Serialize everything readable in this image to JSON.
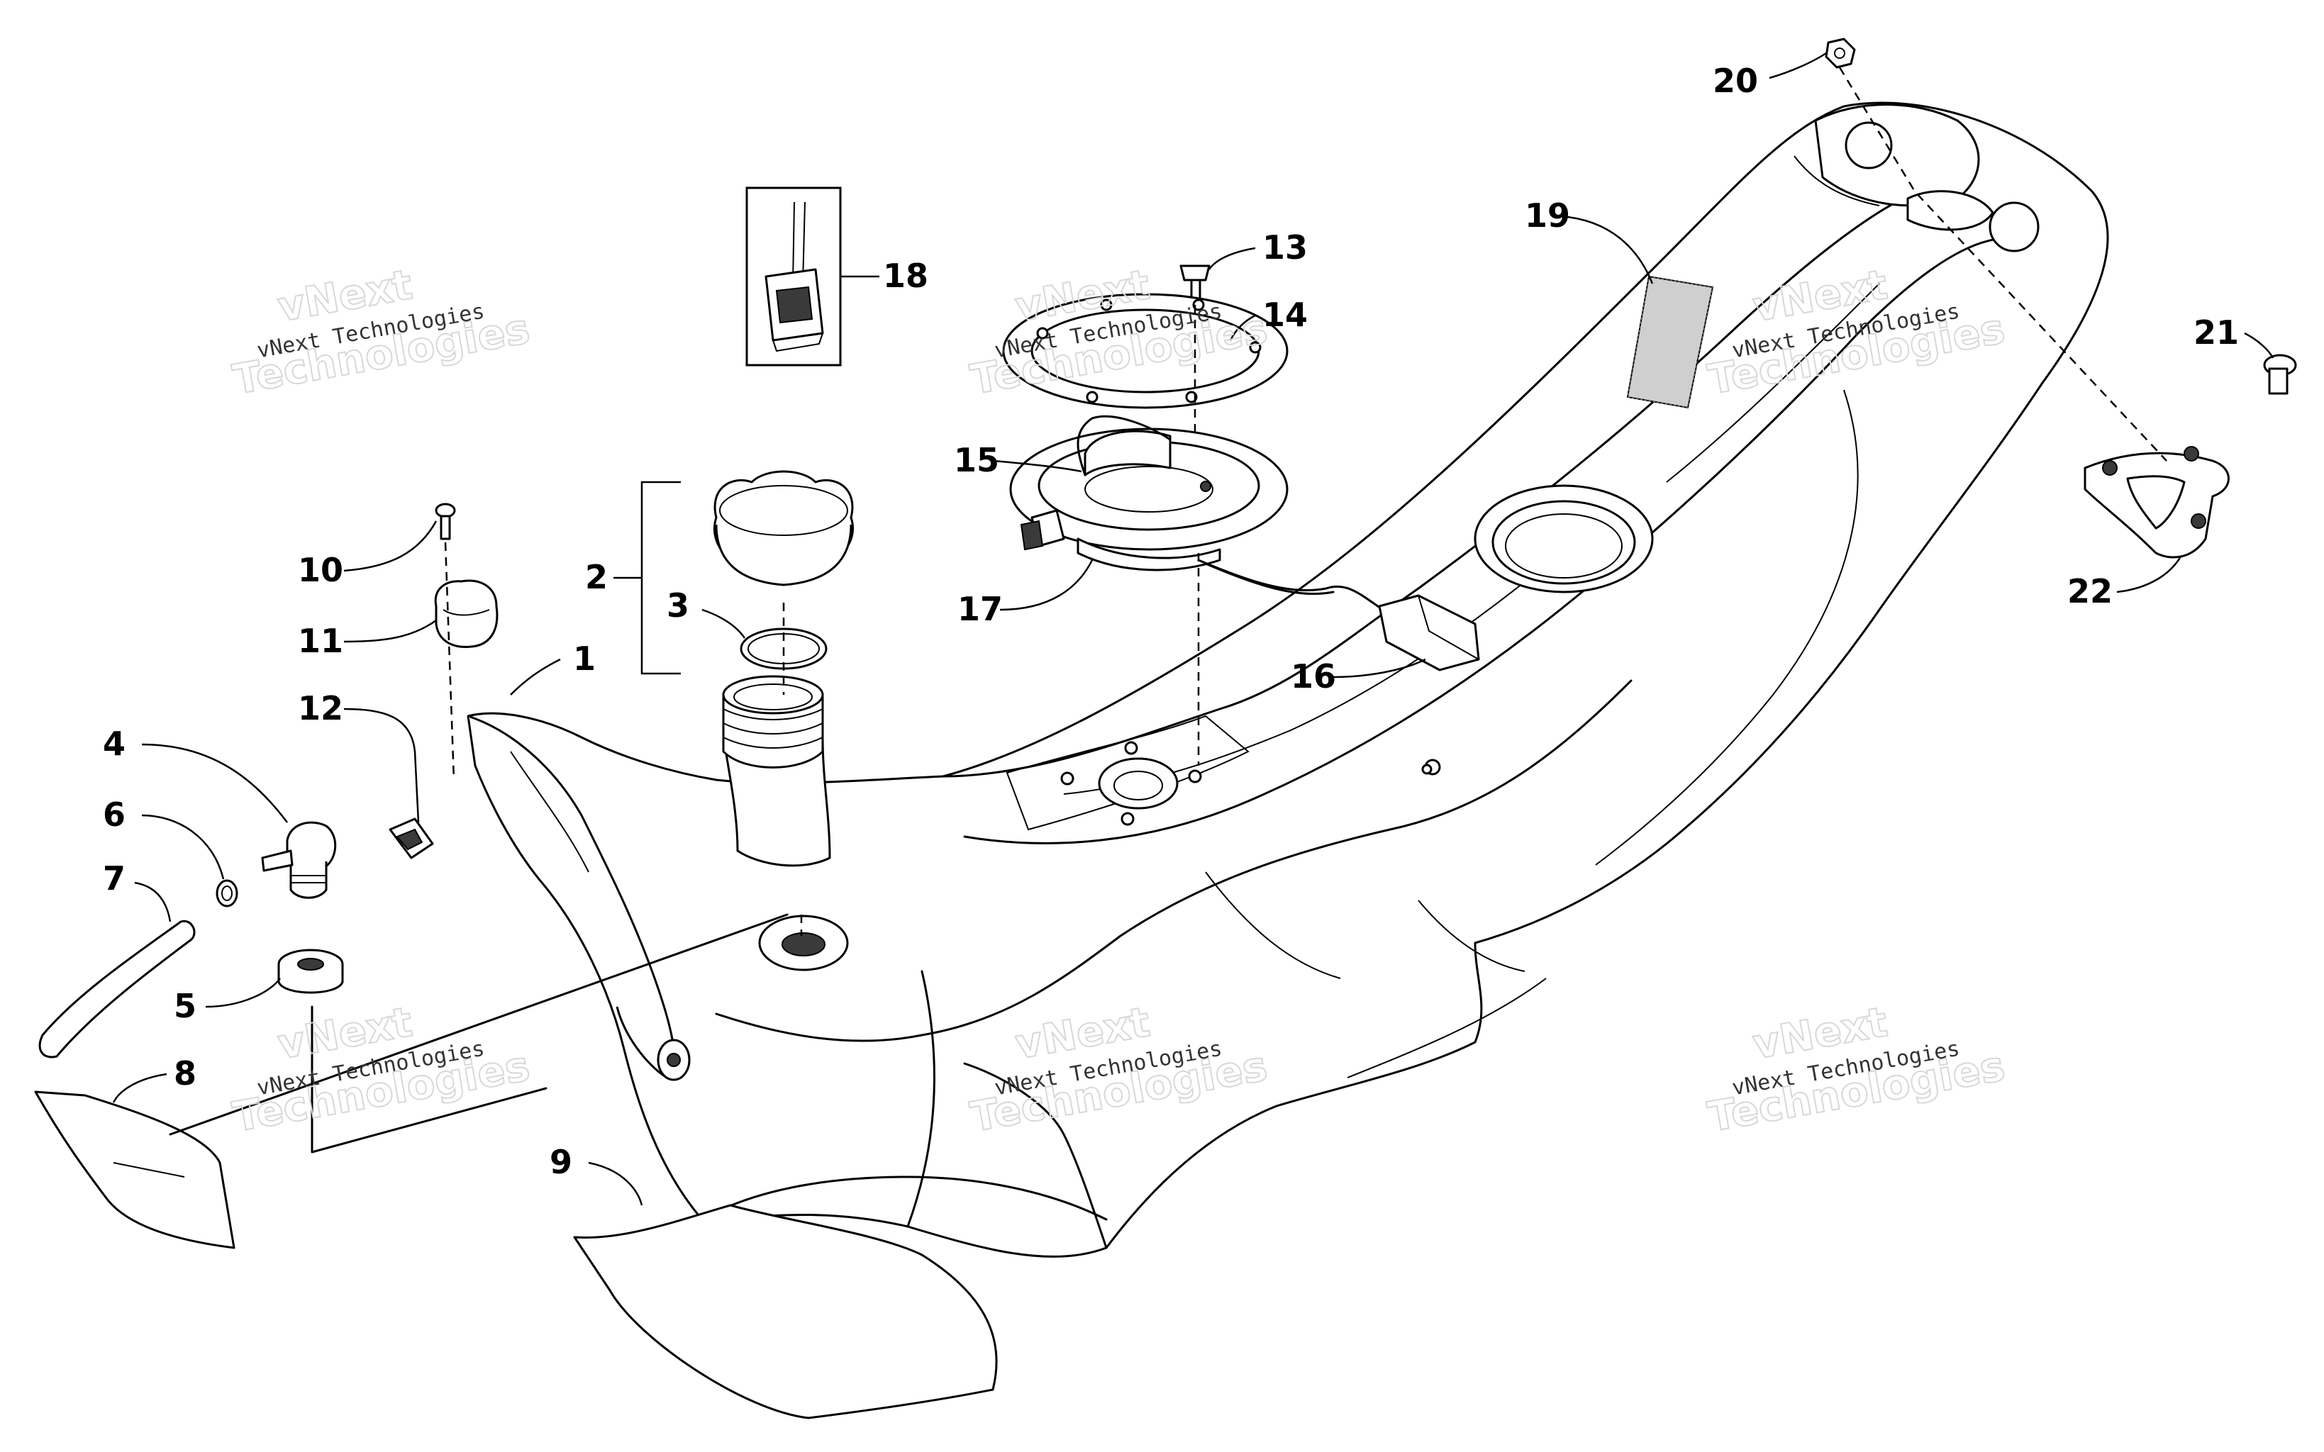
{
  "watermark": {
    "company": "vNext Technologies",
    "line1": "vNext",
    "line2": "Technologies"
  },
  "callouts": [
    "1",
    "2",
    "3",
    "4",
    "5",
    "6",
    "7",
    "8",
    "9",
    "10",
    "11",
    "12",
    "13",
    "14",
    "15",
    "16",
    "17",
    "18",
    "19",
    "20",
    "21",
    "22"
  ]
}
